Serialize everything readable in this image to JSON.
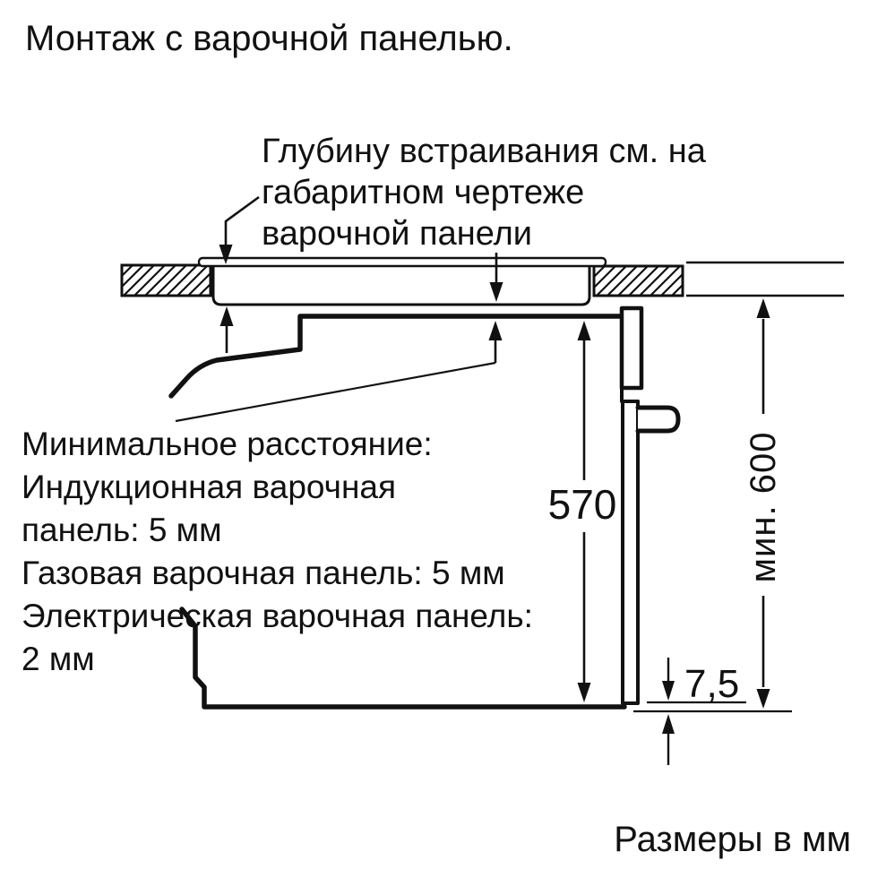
{
  "title": {
    "text": "Монтаж с варочной панелью."
  },
  "footer": {
    "text": "Размеры в мм"
  },
  "annotations": {
    "hob_depth_note": {
      "lines": [
        "Глубину встраивания см. на",
        "габаритном чертеже",
        "варочной панели"
      ]
    },
    "min_distance_note": {
      "lines": [
        "Минимальное расстояние:",
        "Индукционная варочная",
        "панель: 5 мм",
        "Газовая варочная панель: 5 мм",
        "Электрическая варочная панель:",
        "2 мм"
      ]
    }
  },
  "dimensions": {
    "oven_height_mm": "570",
    "door_bottom_offset_mm": "7,5",
    "min_niche_height": "мин. 600"
  },
  "colors": {
    "line": "#111111",
    "background": "#ffffff"
  }
}
